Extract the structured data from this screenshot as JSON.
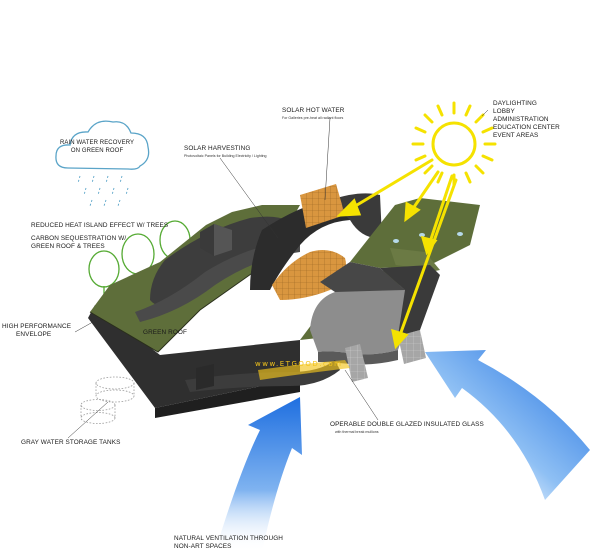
{
  "labels": {
    "rain_water": [
      "RAIN WATER RECOVERY",
      "ON GREEN ROOF"
    ],
    "solar_harvesting": "SOLAR HARVESTING",
    "solar_harvesting_sub": "Photovoltaic Panels for Building Electricity / Lighting",
    "solar_hot_water": "SOLAR HOT WATER",
    "solar_hot_water_sub": "For Galleries pre-heat all radiant floors",
    "daylighting": [
      "DAYLIGHTING",
      "LOBBY",
      "ADMINISTRATION",
      "EDUCATION CENTER",
      "EVENT AREAS"
    ],
    "heat_island": "REDUCED HEAT ISLAND EFFECT W/ TREES",
    "carbon": [
      "CARBON SEQUESTRATION W/",
      "GREEN ROOF & TREES"
    ],
    "envelope": [
      "HIGH PERFORMANCE",
      "ENVELOPE"
    ],
    "green_roof": "GREEN ROOF",
    "watermark": "www.ETGOOD.com",
    "glass": "OPERABLE DOUBLE GLAZED INSULATED GLASS",
    "glass_sub": "with thermal break mullions",
    "gray_water": "GRAY WATER STORAGE TANKS",
    "ventilation": [
      "NATURAL VENTILATION THROUGH",
      "NON-ART SPACES"
    ]
  },
  "colors": {
    "roof_green": "#5e6e3a",
    "wall_dark": "#3a3a3a",
    "wall_light": "#8d8d8d",
    "sun_yellow": "#f5e200",
    "wind_blue": "#2f7fe8",
    "panel_orange": "#d99a45",
    "cloud_blue": "#5aa4c8"
  },
  "icons": [
    "sun-icon",
    "cloud-icon",
    "tree-icon",
    "wind-arrow-icon",
    "sun-ray-arrow-icon",
    "water-tank-icon"
  ]
}
